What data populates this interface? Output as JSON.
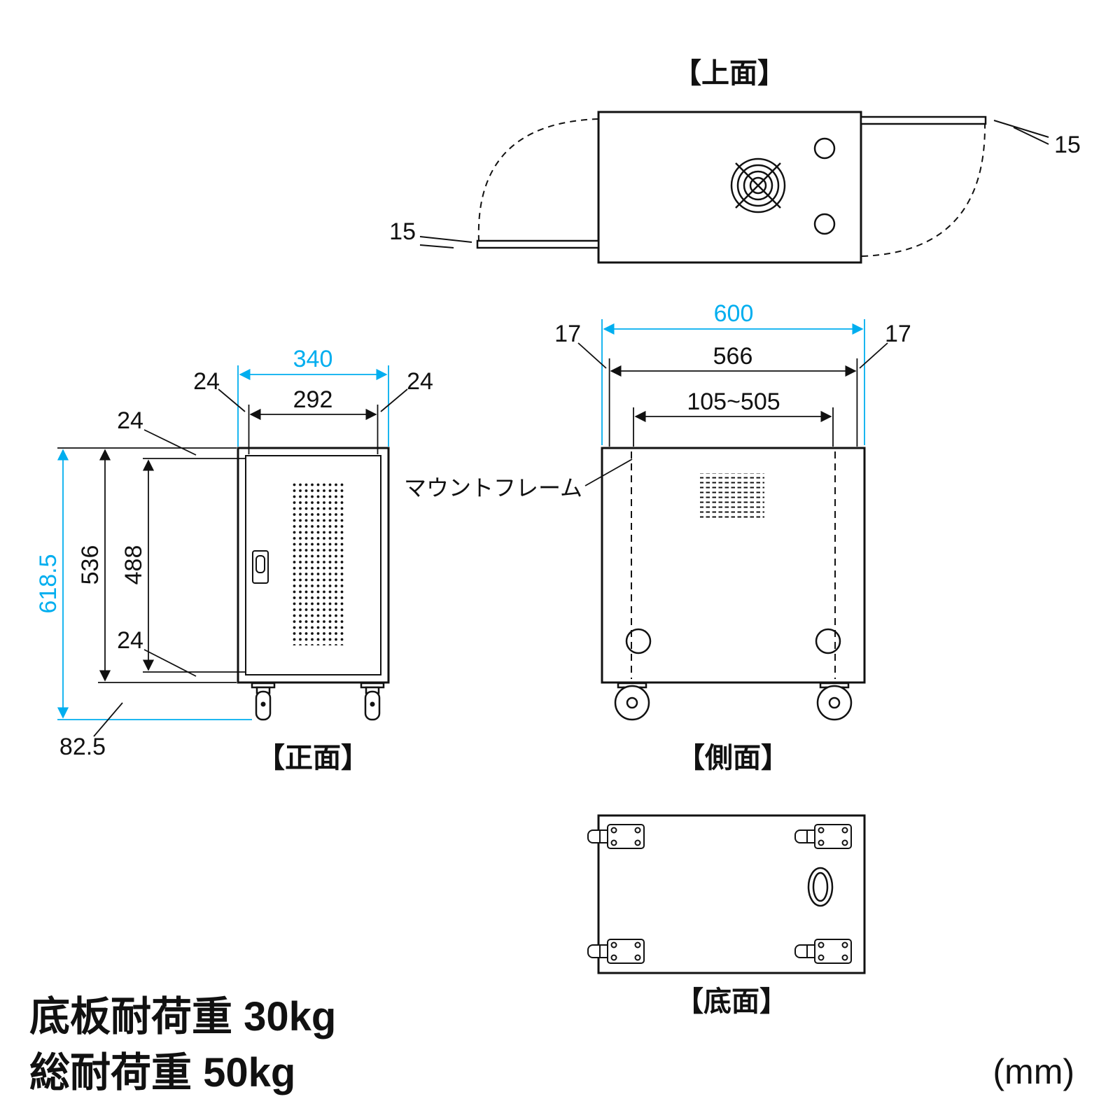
{
  "diagram": {
    "unit_label": "(mm)",
    "accent_color": "#00AEEF",
    "line_color": "#111111",
    "views": {
      "top": {
        "title": "【上面】",
        "dims": {
          "handle_thickness_right": "15",
          "handle_thickness_left": "15"
        }
      },
      "front": {
        "title": "【正面】",
        "dims": {
          "outer_width": "340",
          "inner_width": "292",
          "offset_left": "24",
          "offset_right": "24",
          "offset_top": "24",
          "offset_bottom": "24",
          "total_height": "618.5",
          "body_height": "536",
          "inner_height": "488",
          "caster_height": "82.5"
        }
      },
      "side": {
        "title": "【側面】",
        "dims": {
          "outer_width": "600",
          "offset_left": "17",
          "offset_right": "17",
          "inner_width": "566",
          "mount_range": "105~505"
        },
        "labels": {
          "mount_frame": "マウントフレーム"
        }
      },
      "bottom": {
        "title": "【底面】"
      }
    },
    "notes": {
      "bottom_plate_load": "底板耐荷重 30kg",
      "total_load": "総耐荷重 50kg"
    }
  }
}
